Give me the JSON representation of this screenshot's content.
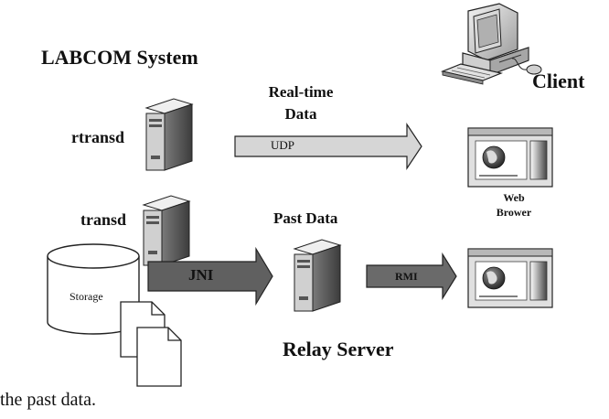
{
  "diagram": {
    "system_title": "LABCOM System",
    "client_label": "Client",
    "realtime_label_line1": "Real-time",
    "realtime_label_line2": "Data",
    "rtransd_label": "rtransd",
    "udp_label": "UDP",
    "transd_label": "transd",
    "past_data_label": "Past Data",
    "web_browser_line1": "Web",
    "web_browser_line2": "Brower",
    "storage_label": "Storage",
    "jni_label": "JNI",
    "rmi_label": "RMI",
    "relay_server_label": "Relay Server"
  },
  "caption": "the past data.",
  "colors": {
    "udp_arrow_fill": "#d6d6d6",
    "jni_arrow_fill": "#606060",
    "rmi_arrow_fill": "#6a6a6a",
    "server_body": "#c8c8c8",
    "server_panel": "#f2f2f2"
  }
}
